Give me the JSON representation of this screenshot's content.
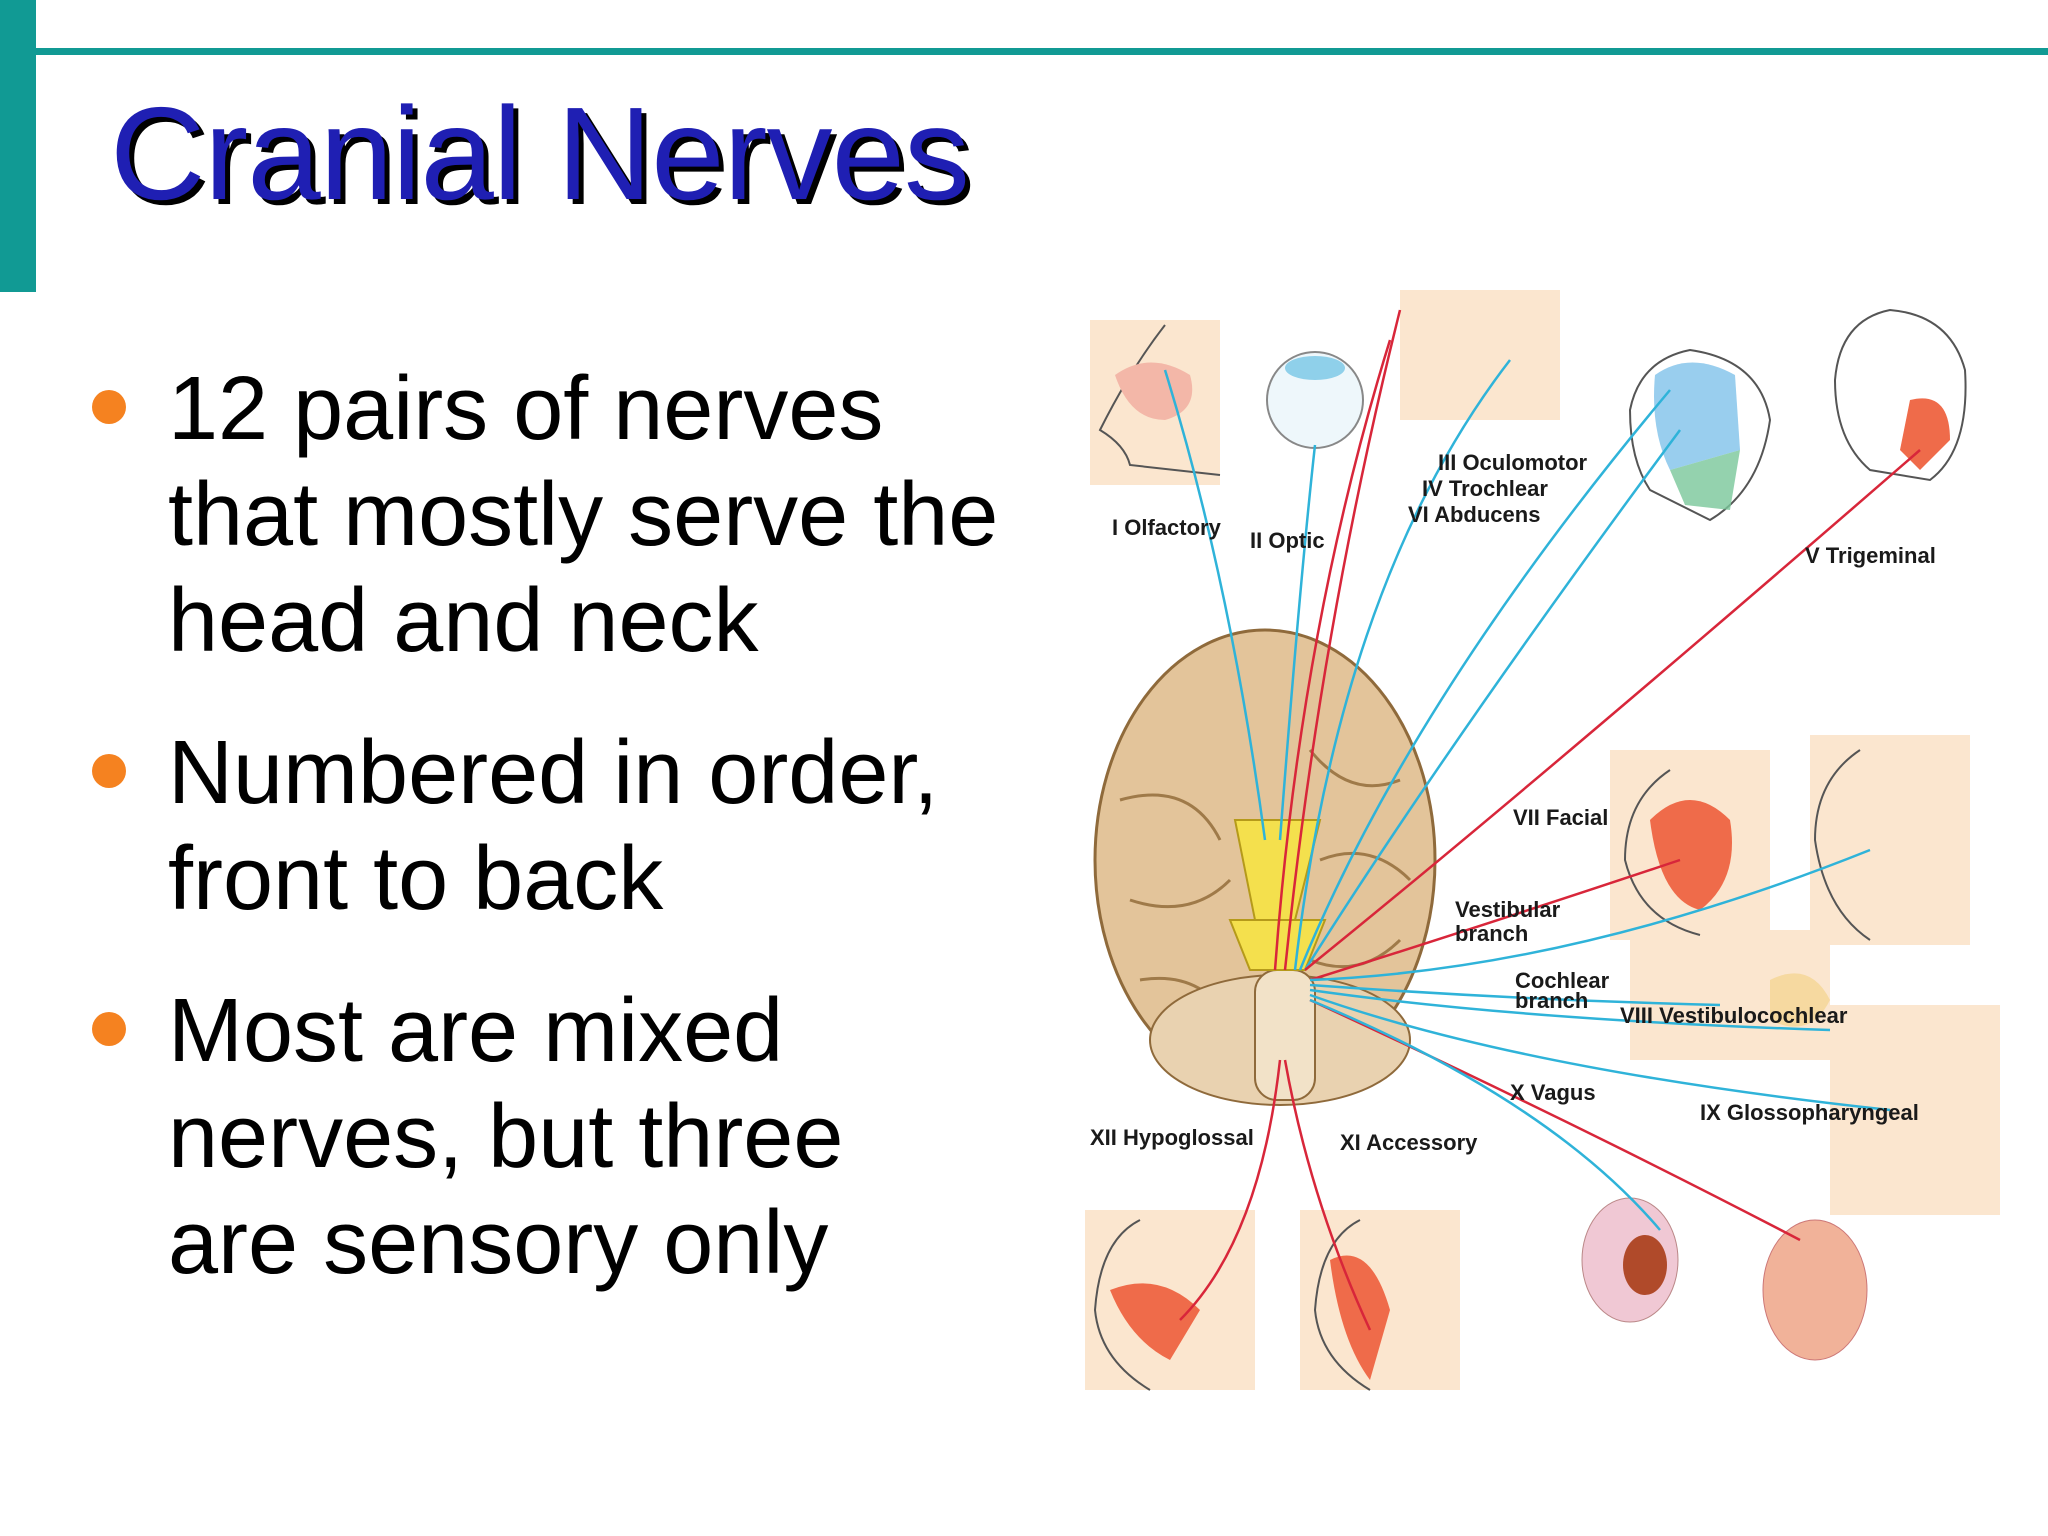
{
  "slide": {
    "title": "Cranial Nerves",
    "bullets": [
      "12 pairs of nerves\nthat mostly serve the\nhead and neck",
      "Numbered in order,\nfront to back",
      "Most are mixed\nnerves, but three\nare sensory only"
    ]
  },
  "figure": {
    "labels": {
      "olfactory": "I Olfactory",
      "optic": "II Optic",
      "oculomotor": "III Oculomotor",
      "trochlear": "IV Trochlear",
      "abducens": "VI Abducens",
      "trigeminal": "V Trigeminal",
      "facial": "VII Facial",
      "vestibular_1": "Vestibular",
      "vestibular_2": "branch",
      "cochlear_1": "Cochlear",
      "cochlear_2": "branch",
      "vestibulocochlear": "VIII Vestibulocochlear",
      "vagus": "X Vagus",
      "glossopharyngeal": "IX Glossopharyngeal",
      "hypoglossal": "XII Hypoglossal",
      "accessory": "XI Accessory"
    }
  },
  "colors": {
    "accent": "#119a94",
    "title": "#1f1fb3",
    "bullet": "#f58220",
    "motor_nerve": "#d8263a",
    "sensory_nerve": "#2fb3d9",
    "brain": "#e3c49a",
    "nerve_root": "#f4e04d"
  }
}
